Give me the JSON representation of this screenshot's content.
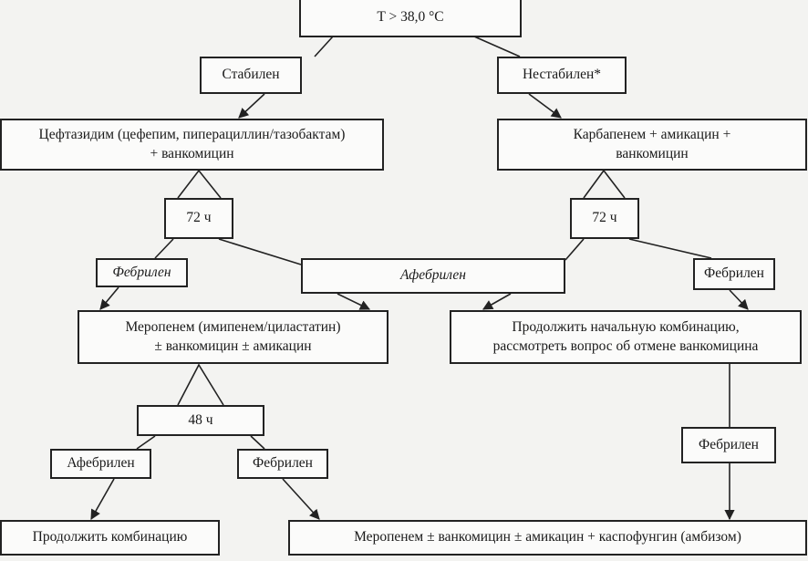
{
  "diagram": {
    "root": "T > 38,0 °C",
    "stable": "Стабилен",
    "unstable": "Нестабилен*",
    "stable_therapy": {
      "line1": "Цефтазидим (цефепим, пиперациллин/тазобактам)",
      "line2": "+ ванкомицин"
    },
    "unstable_therapy": {
      "line1": "Карбапенем + амикацин +",
      "line2": "ванкомицин"
    },
    "wait_left": "72 ч",
    "wait_right": "72 ч",
    "febrile_left": "Фебрилен",
    "afebrile_middle": "Афебрилен",
    "febrile_right": "Фебрилен",
    "meropenem_therapy": {
      "line1": "Меропенем (имипенем/циластатин)",
      "line2": "± ванкомицин ± амикацин"
    },
    "continue_initial": {
      "line1": "Продолжить начальную комбинацию,",
      "line2": "рассмотреть вопрос об отмене ванкомицина"
    },
    "wait_48": "48 ч",
    "afebrile_bottom": "Афебрилен",
    "febrile_bottom": "Фебрилен",
    "febrile_right_bottom": "Фебрилен",
    "continue_combination": "Продолжить комбинацию",
    "final_therapy": "Меропенем ± ванкомицин ± амикацин + каспофунгин (амбизом)"
  }
}
